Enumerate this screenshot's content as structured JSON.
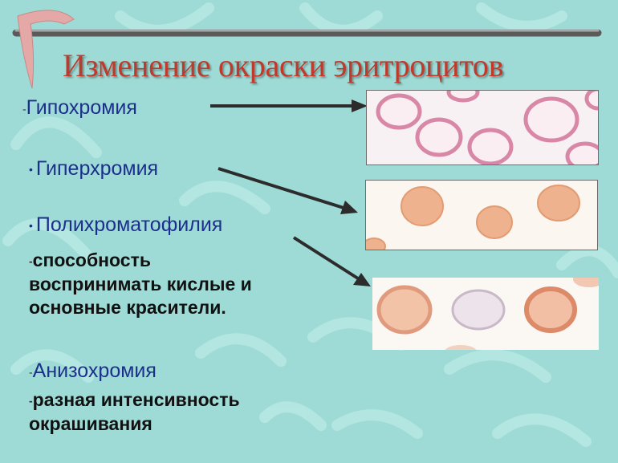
{
  "title": "Изменение окраски эритроцитов",
  "items": {
    "hypochromia": {
      "marker": "-",
      "label": "Гипохромия"
    },
    "hyperchromia": {
      "marker": "•",
      "label": "Гиперхромия"
    },
    "polychromatophilia": {
      "marker": "•",
      "label": "Полихроматофилия"
    },
    "polychromatophilia_desc": {
      "marker": "-",
      "line1": "способность",
      "line2": "воспринимать  кислые и",
      "line3": "основные красители."
    },
    "anisochromia": {
      "marker": "-",
      "label": "Анизохромия"
    },
    "anisochromia_desc": {
      "marker": "-",
      "line1": "разная интенсивность",
      "line2": "окрашивания"
    }
  },
  "colors": {
    "background": "#9fdbd6",
    "title": "#c0392b",
    "term_text": "#1d2f8c",
    "description_text": "#111111",
    "hypochromic_cell": "#d987a6",
    "hyperchromic_cell": "#e8a178",
    "polychromatic_cell": "#e09a7e",
    "pale_cell": "#c9b8c8"
  },
  "images": [
    {
      "name": "hypochromia-photo",
      "description_icon": "pale-ring-erythrocytes"
    },
    {
      "name": "hyperchromia-photo",
      "description_icon": "dense-erythrocytes"
    },
    {
      "name": "polychromatophilia-photo",
      "description_icon": "mixed-erythrocytes"
    }
  ]
}
